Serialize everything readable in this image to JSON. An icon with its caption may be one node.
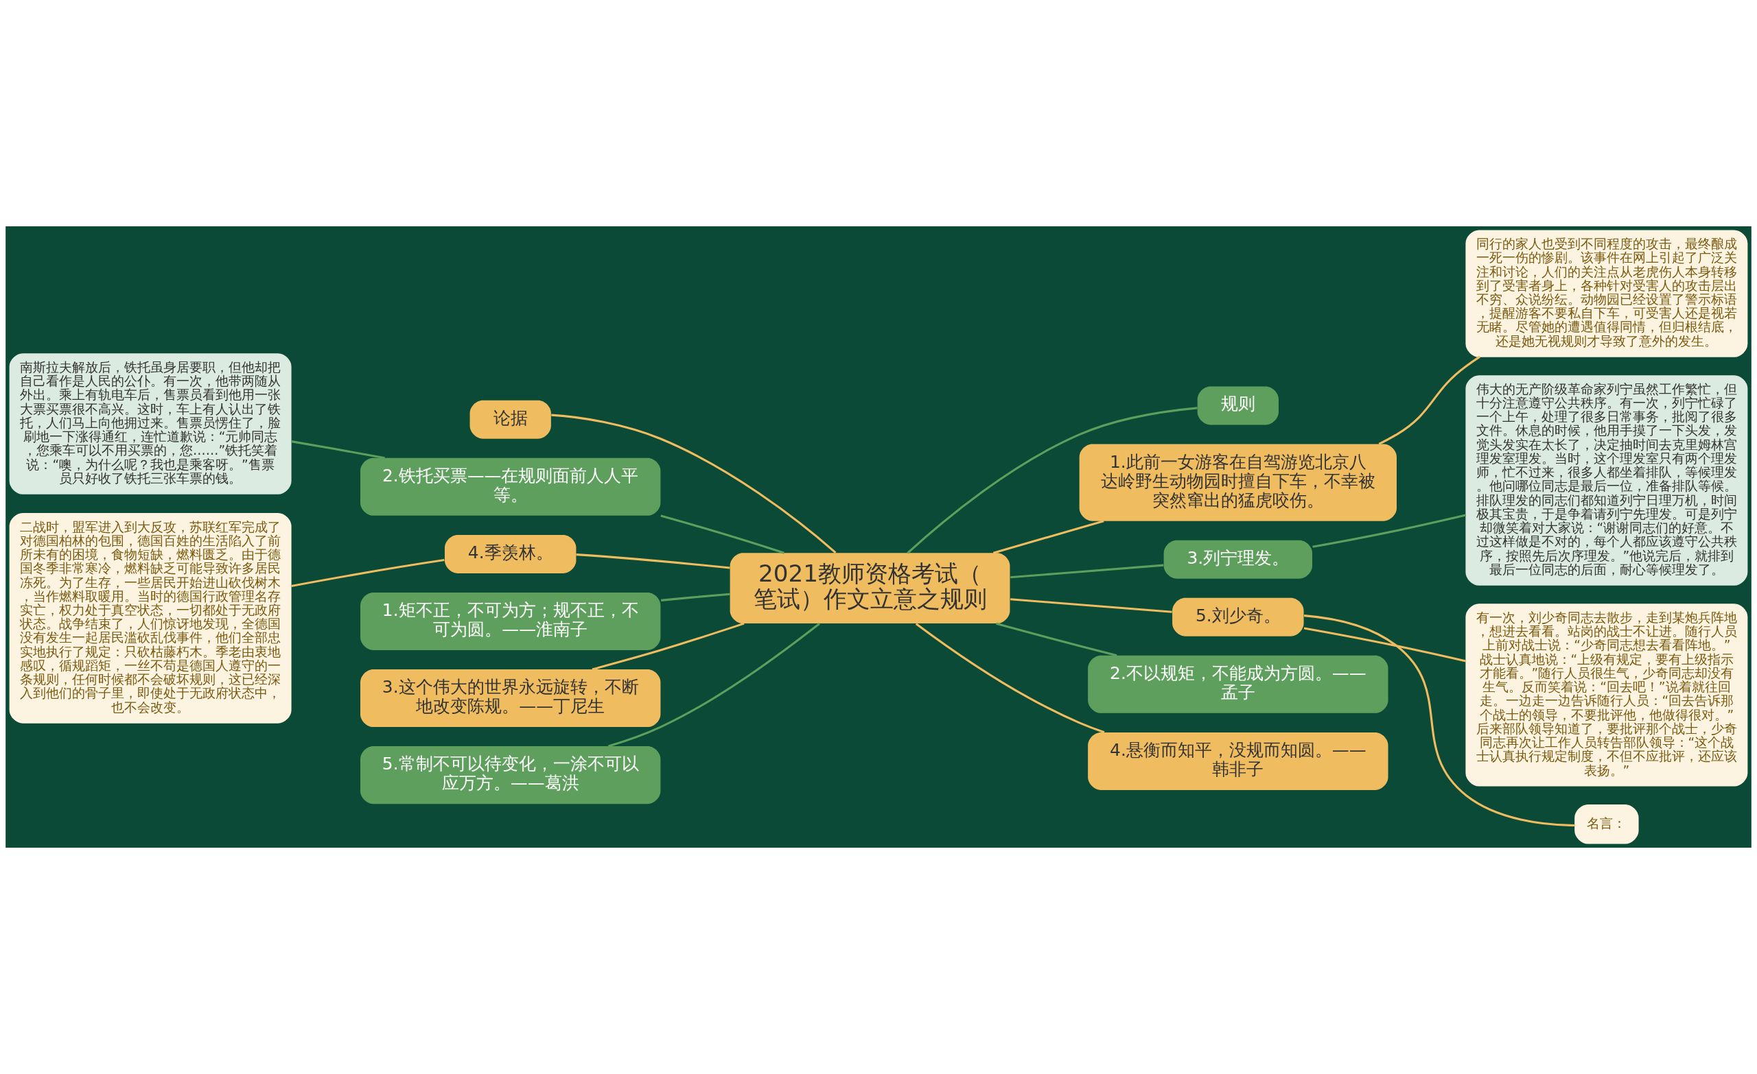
{
  "diagram": {
    "nodes": [
      {
        "text": [
          "2021教师资格考试（笔试）作文立意之规则"
        ]
      },
      {
        "text": [
          "规则"
        ]
      },
      {
        "text": [
          "1.此前一女游客在自驾游览北京八达岭野生动物园时擅自下车，不幸被突然窜出的猛虎咬伤。"
        ]
      },
      {
        "text": [
          "同行的家人也受到不同程度的攻击，最终酿成一死一伤的惨剧。该事件在网上引起了广泛关注和讨论，人们的关注点从老虎伤人本身转移到了受害者身上，各种针对受害人的攻击层出不穷、众说纷纭。动物园已经设置了警示标语，提醒游客不要私自下车，可受害人还是视若无睹。尽管她的遭遇值得同情，但归根结底，还是她无视规则才导致了意外的发生。"
        ]
      },
      {
        "text": [
          "3.列宁理发。"
        ]
      },
      {
        "text": [
          "伟大的无产阶级革命家列宁虽然工作繁忙，但十分注意遵守公共秩序。有一次，列宁忙碌了一个上午，处理了很多日常事务，批阅了很多文件。休息的时候，他用手摸了一下头发，发觉头发实在太长了，决定抽时间去克里姆林宫理发室理发。当时，这个理发室只有两个理发师，忙不过来，很多人都坐着排队，等候理发。他问哪位同志是最后一位，准备排队等候。排队理发的同志们都知道列宁日理万机，时间极其宝贵，于是争着请列宁先理发。可是列宁却微笑着对大家说：“谢谢同志们的好意。不过这样做是不对的，每个人都应该遵守公共秩序，按照先后次序理发。”他说完后，就排到最后一位同志的后面，耐心等候理发了。"
        ]
      },
      {
        "text": [
          "5.刘少奇。"
        ]
      },
      {
        "text": [
          "有一次，刘少奇同志去散步，走到某炮兵阵地，想进去看看。站岗的战士不让进。随行人员上前对战士说：“少奇同志想去看看阵地。”战士认真地说：“上级有规定，要有上级指示才能看。”随行人员很生气，少奇同志却没有生气。反而笑着说：“回去吧！”说着就往回走。一边走一边告诉随行人员：“回去告诉那个战士的领导，不要批评他，他做得很对。”后来部队领导知道了，要批评那个战士，少奇同志再次让工作人员转告部队领导：“这个战士认真执行规定制度，不但不应批评，还应该表扬。”"
        ]
      },
      {
        "text": [
          "名言："
        ]
      },
      {
        "text": [
          "2.不以规矩，不能成为方圆。——孟子"
        ]
      },
      {
        "text": [
          "4.悬衡而知平，没规而知圆。——韩非子"
        ]
      },
      {
        "text": [
          "论据"
        ]
      },
      {
        "text": [
          "2.铁托买票——在规则面前人人平等。"
        ]
      },
      {
        "text": [
          "南斯拉夫解放后，铁托虽身居要职，但他却把自己看作是人民的公仆。有一次，他带两随从外出。乘上有轨电车后，售票员看到他用一张大票买票很不高兴。这时，车上有人认出了铁托，人们马上向他拥过来。售票员愣住了，脸刷地一下涨得通红，连忙道歉说：“元帅同志，您乘车可以不用买票的，您……”铁托笑着说：“噢，为什么呢？我也是乘客呀。”售票员只好收了铁托三张车票的钱。"
        ]
      },
      {
        "text": [
          "4.季羡林。"
        ]
      },
      {
        "text": [
          "二战时，盟军进入到大反攻，苏联红军完成了对德国柏林的包围，德国百姓的生活陷入了前所未有的困境，食物短缺，燃料匮乏。由于德国冬季非常寒冷，燃料缺乏可能导致许多居民冻死。为了生存，一些居民开始进山砍伐树木，当作燃料取暖用。当时的德国行政管理名存实亡，权力处于真空状态，一切都处于无政府状态。战争结束了，人们惊讶地发现，全德国没有发生一起居民滥砍乱伐事件，他们全部忠实地执行了规定：只砍枯藤朽木。季老由衷地感叹，循规蹈矩，一丝不苟是德国人遵守的一条规则，任何时候都不会破坏规则，这已经深入到他们的骨子里，即使处于无政府状态中，也不会改变。"
        ]
      },
      {
        "text": [
          "1.矩不正，不可为方；规不正，不可为圆。——淮南子"
        ]
      },
      {
        "text": [
          "3.这个伟大的世界永远旋转，不断地改变陈规。——丁尼生"
        ]
      },
      {
        "text": [
          "5.常制不可以待变化，一涂不可以应万方。——葛洪"
        ]
      }
    ],
    "edges": [
      {
        "from": 0,
        "to": 1,
        "arrow": "none",
        "color": "#5f9f5e"
      },
      {
        "from": 0,
        "to": 2,
        "arrow": "none"
      },
      {
        "from": 2,
        "to": 3,
        "arrow": "none"
      },
      {
        "from": 0,
        "to": 4,
        "arrow": "none",
        "color": "#5f9f5e"
      },
      {
        "from": 4,
        "to": 5,
        "arrow": "none",
        "color": "#5f9f5e"
      },
      {
        "from": 0,
        "to": 6,
        "arrow": "none"
      },
      {
        "from": 6,
        "to": 7,
        "arrow": "none"
      },
      {
        "from": 6,
        "to": 8,
        "arrow": "none"
      },
      {
        "from": 0,
        "to": 9,
        "arrow": "none",
        "color": "#5f9f5e"
      },
      {
        "from": 0,
        "to": 10,
        "arrow": "none"
      },
      {
        "from": 0,
        "to": 11,
        "arrow": "none"
      },
      {
        "from": 0,
        "to": 12,
        "arrow": "none",
        "color": "#5f9f5e"
      },
      {
        "from": 12,
        "to": 13,
        "arrow": "none",
        "color": "#5f9f5e"
      },
      {
        "from": 0,
        "to": 14,
        "arrow": "none"
      },
      {
        "from": 14,
        "to": 15,
        "arrow": "none"
      },
      {
        "from": 0,
        "to": 16,
        "arrow": "none",
        "color": "#5f9f5e"
      },
      {
        "from": 0,
        "to": 17,
        "arrow": "none"
      },
      {
        "from": 0,
        "to": 18,
        "arrow": "none",
        "color": "#5f9f5e"
      }
    ]
  }
}
